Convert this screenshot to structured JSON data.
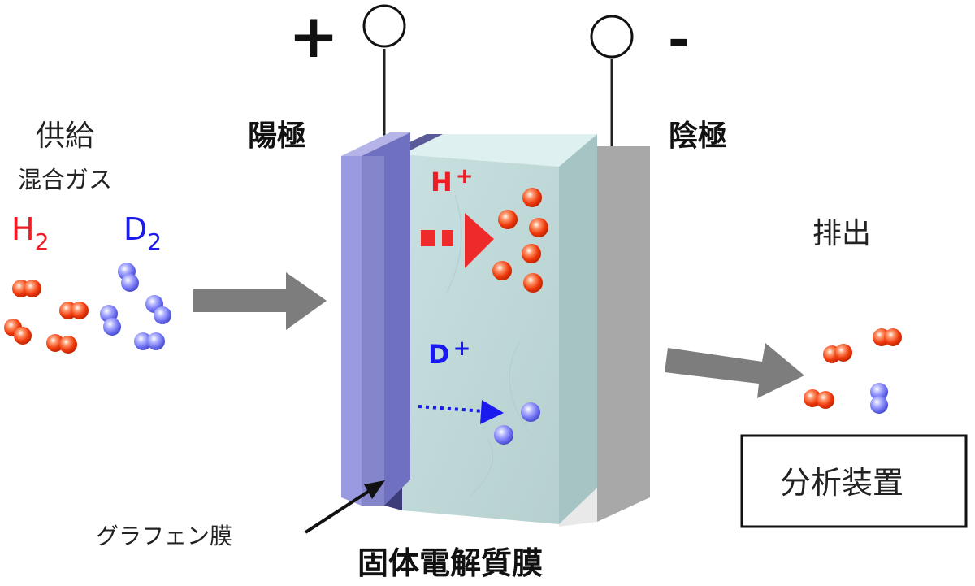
{
  "polarity": {
    "plus": "+",
    "minus": "-"
  },
  "supply": {
    "title": "供給",
    "subtitle": "混合ガス",
    "h2": {
      "main": "H",
      "sub": "2"
    },
    "d2": {
      "main": "D",
      "sub": "2"
    }
  },
  "anode": {
    "label": "陽極"
  },
  "cathode": {
    "label": "陰極"
  },
  "ions": {
    "h_plus": {
      "main": "H",
      "sup": "+"
    },
    "d_plus": {
      "main": "D",
      "sup": "+"
    }
  },
  "exhaust": {
    "label": "排出"
  },
  "analyzer": {
    "label": "分析装置"
  },
  "graphene": {
    "label": "グラフェン膜"
  },
  "electrolyte": {
    "label": "固体電解質膜"
  },
  "colors": {
    "hydrogen": "#e8300a",
    "deuterium": "#6a6cf0",
    "h_text": "#ee1c24",
    "d_text": "#1a1aee",
    "anode": "#8f8fd6",
    "graphene": "#3c3c78",
    "electrolyte": "#c4dcdc",
    "cathode": "#d4d4d4",
    "arrow": "#7d7d7d"
  }
}
